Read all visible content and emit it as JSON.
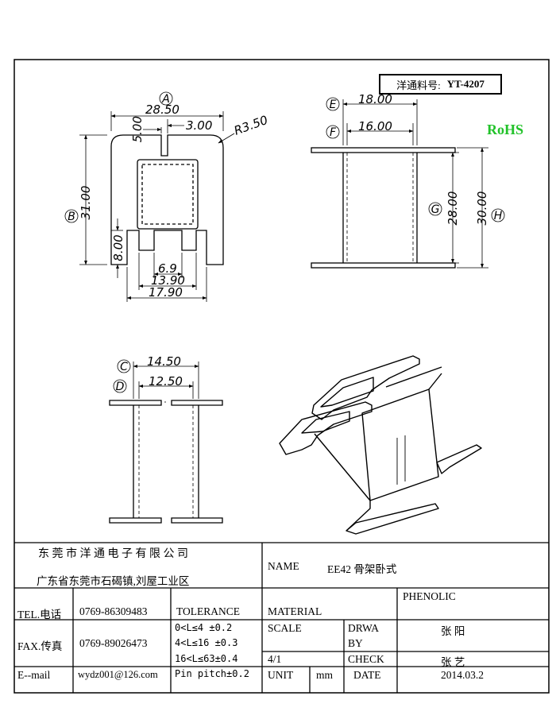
{
  "part_code": {
    "label": "洋通料号:",
    "value": "YT-4207"
  },
  "rohs": "RoHS",
  "callouts": {
    "A": "A",
    "B": "B",
    "C": "C",
    "D": "D",
    "E": "E",
    "F": "F",
    "G": "G",
    "H": "H"
  },
  "dimensions": {
    "top_width": "28.50",
    "slot_left": "5.00",
    "slot_right": "3.00",
    "radius": "R3.50",
    "height": "31.00",
    "pin_height": "8.00",
    "inner_6_9": "6.9",
    "inner_13_90": "13.90",
    "outer_17_90": "17.90",
    "side_18": "18.00",
    "side_16": "16.00",
    "side_28": "28.00",
    "side_30": "30.00",
    "bottom_14_50": "14.50",
    "bottom_12_50": "12.50"
  },
  "title_block": {
    "company": "东 莞 市 洋 通 电 子 有 限 公 司",
    "address": "广东省东莞市石碣镇,刘屋工业区",
    "name_label": "NAME",
    "name_value": "EE42 骨架卧式",
    "tel_label": "TEL.电话",
    "tel_value": "0769-86309483",
    "fax_label": "FAX.传真",
    "fax_value": "0769-89026473",
    "email_label": "E--mail",
    "email_value": "wydz001@126.com",
    "tolerance_label": "TOLERANCE",
    "tol_1": "0<L≤4  ±0.2",
    "tol_2": "4<L≤16 ±0.3",
    "tol_3": "16<L≤63±0.4",
    "tol_4": "Pin pitch±0.2",
    "material_label": "MATERIAL",
    "material_value": "PHENOLIC",
    "scale_label": "SCALE",
    "scale_value": "4/1",
    "drwa_label": "DRWA",
    "by_label": "BY",
    "drawn_by": "张 阳",
    "check_label": "CHECK",
    "checked_by": "张 艺",
    "unit_label": "UNIT",
    "unit_value": "mm",
    "date_label": "DATE",
    "date_value": "2014.03.2"
  }
}
